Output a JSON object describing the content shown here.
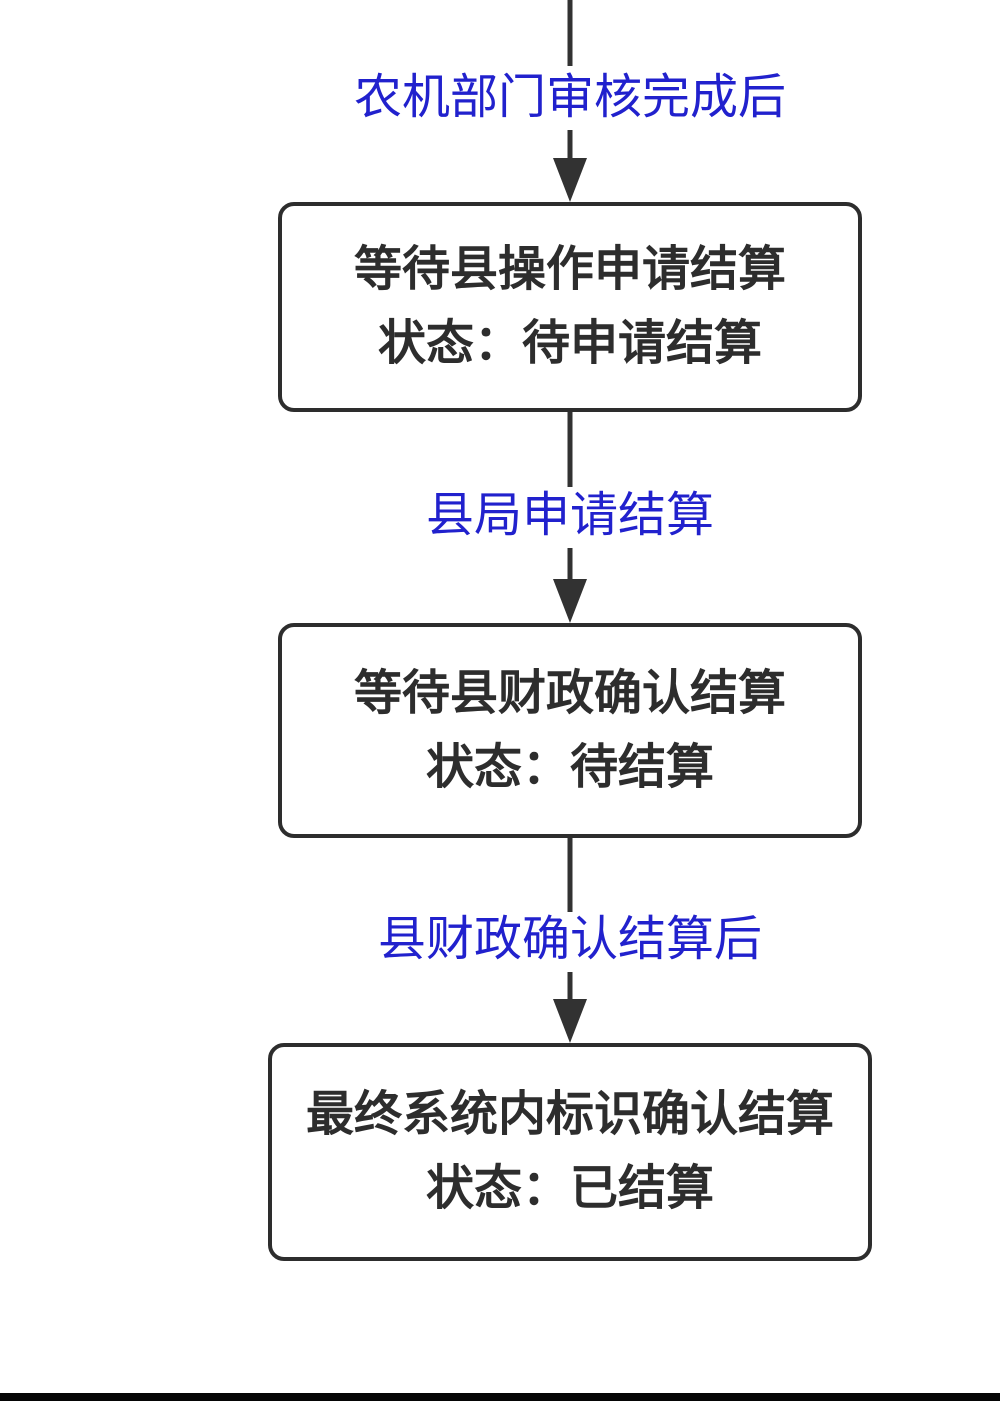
{
  "colors": {
    "background": "#ffffff",
    "node_border": "#2d2d2d",
    "node_text": "#2d2d2d",
    "edge": "#323232",
    "edge_label": "#2121cd",
    "bottom_bar": "#050505"
  },
  "flowchart": {
    "edges": [
      {
        "label": "农机部门审核完成后"
      },
      {
        "label": "县局申请结算"
      },
      {
        "label": "县财政确认结算后"
      }
    ],
    "nodes": [
      {
        "line1": "等待县操作申请结算",
        "line2": "状态：待申请结算"
      },
      {
        "line1": "等待县财政确认结算",
        "line2": "状态：待结算"
      },
      {
        "line1": "最终系统内标识确认结算",
        "line2": "状态：已结算"
      }
    ]
  }
}
